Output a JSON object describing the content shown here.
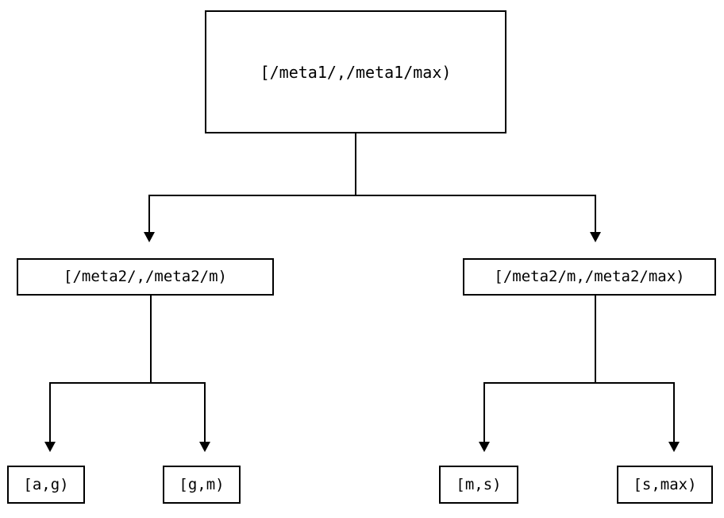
{
  "diagram": {
    "type": "tree",
    "title": "",
    "orientation": "top-down",
    "colors": {
      "stroke": "#000000",
      "fill": "#ffffff",
      "text": "#000000",
      "background": "#ffffff"
    },
    "nodes": {
      "root": {
        "label": "[/meta1/,/meta1/max)",
        "level": 0
      },
      "mid_left": {
        "label": "[/meta2/,/meta2/m)",
        "level": 1
      },
      "mid_right": {
        "label": "[/meta2/m,/meta2/max)",
        "level": 1
      },
      "leaf_ag": {
        "label": "[a,g)",
        "level": 2
      },
      "leaf_gm": {
        "label": "[g,m)",
        "level": 2
      },
      "leaf_ms": {
        "label": "[m,s)",
        "level": 2
      },
      "leaf_smax": {
        "label": "[s,max)",
        "level": 2
      }
    },
    "edges": [
      {
        "from": "root",
        "to": "mid_left",
        "arrow": "down"
      },
      {
        "from": "root",
        "to": "mid_right",
        "arrow": "down"
      },
      {
        "from": "mid_left",
        "to": "leaf_ag",
        "arrow": "down"
      },
      {
        "from": "mid_left",
        "to": "leaf_gm",
        "arrow": "down"
      },
      {
        "from": "mid_right",
        "to": "leaf_ms",
        "arrow": "down"
      },
      {
        "from": "mid_right",
        "to": "leaf_smax",
        "arrow": "down"
      }
    ]
  }
}
